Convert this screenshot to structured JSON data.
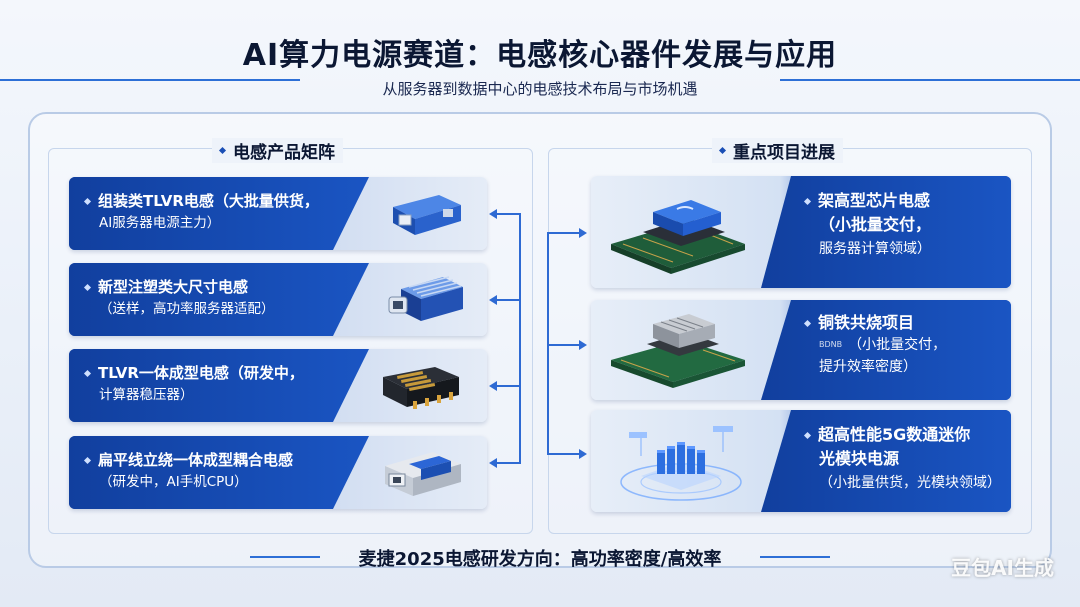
{
  "header": {
    "title": "AI算力电源赛道：电感核心器件发展与应用",
    "subtitle": "从服务器到数据中心的电感技术布局与市场机遇"
  },
  "left_section": {
    "title": "电感产品矩阵",
    "items": [
      {
        "line1": "组装类TLVR电感（大批量供货，",
        "line2": "AI服务器电源主力）",
        "icon": "inductor-module-icon"
      },
      {
        "line1": "新型注塑类大尺寸电感",
        "line2": "（送样，高功率服务器适配）",
        "icon": "heatsink-inductor-icon"
      },
      {
        "line1": "TLVR一体成型电感（研发中，",
        "line2": "计算器稳压器）",
        "icon": "molded-inductor-icon"
      },
      {
        "line1": "扁平线立绕一体成型耦合电感",
        "line2": "（研发中，AI手机CPU）",
        "icon": "coupled-inductor-icon"
      }
    ]
  },
  "right_section": {
    "title": "重点项目进展",
    "items": [
      {
        "line1": "架高型芯片电感",
        "line_mid": "（小批量交付，",
        "line2": "服务器计算领域）",
        "icon": "chip-inductor-icon"
      },
      {
        "line1": "铜铁共烧项目",
        "line_mid": "",
        "line2_prefix": "BDNB",
        "line2": "（小批量交付，",
        "line3": "提升效率密度）",
        "icon": "cofired-chip-icon"
      },
      {
        "line1": "超高性能5G数通迷你",
        "line_mid": "光模块电源",
        "line2": "（小批量供货，光模块领域）",
        "icon": "optical-module-icon"
      }
    ]
  },
  "footer": {
    "text": "麦捷2025电感研发方向：高功率密度/高效率"
  },
  "watermark": "豆包AI生成",
  "colors": {
    "primary_blue": "#1a55c3",
    "dark_blue": "#113f9e",
    "background": "#eef3fa"
  }
}
